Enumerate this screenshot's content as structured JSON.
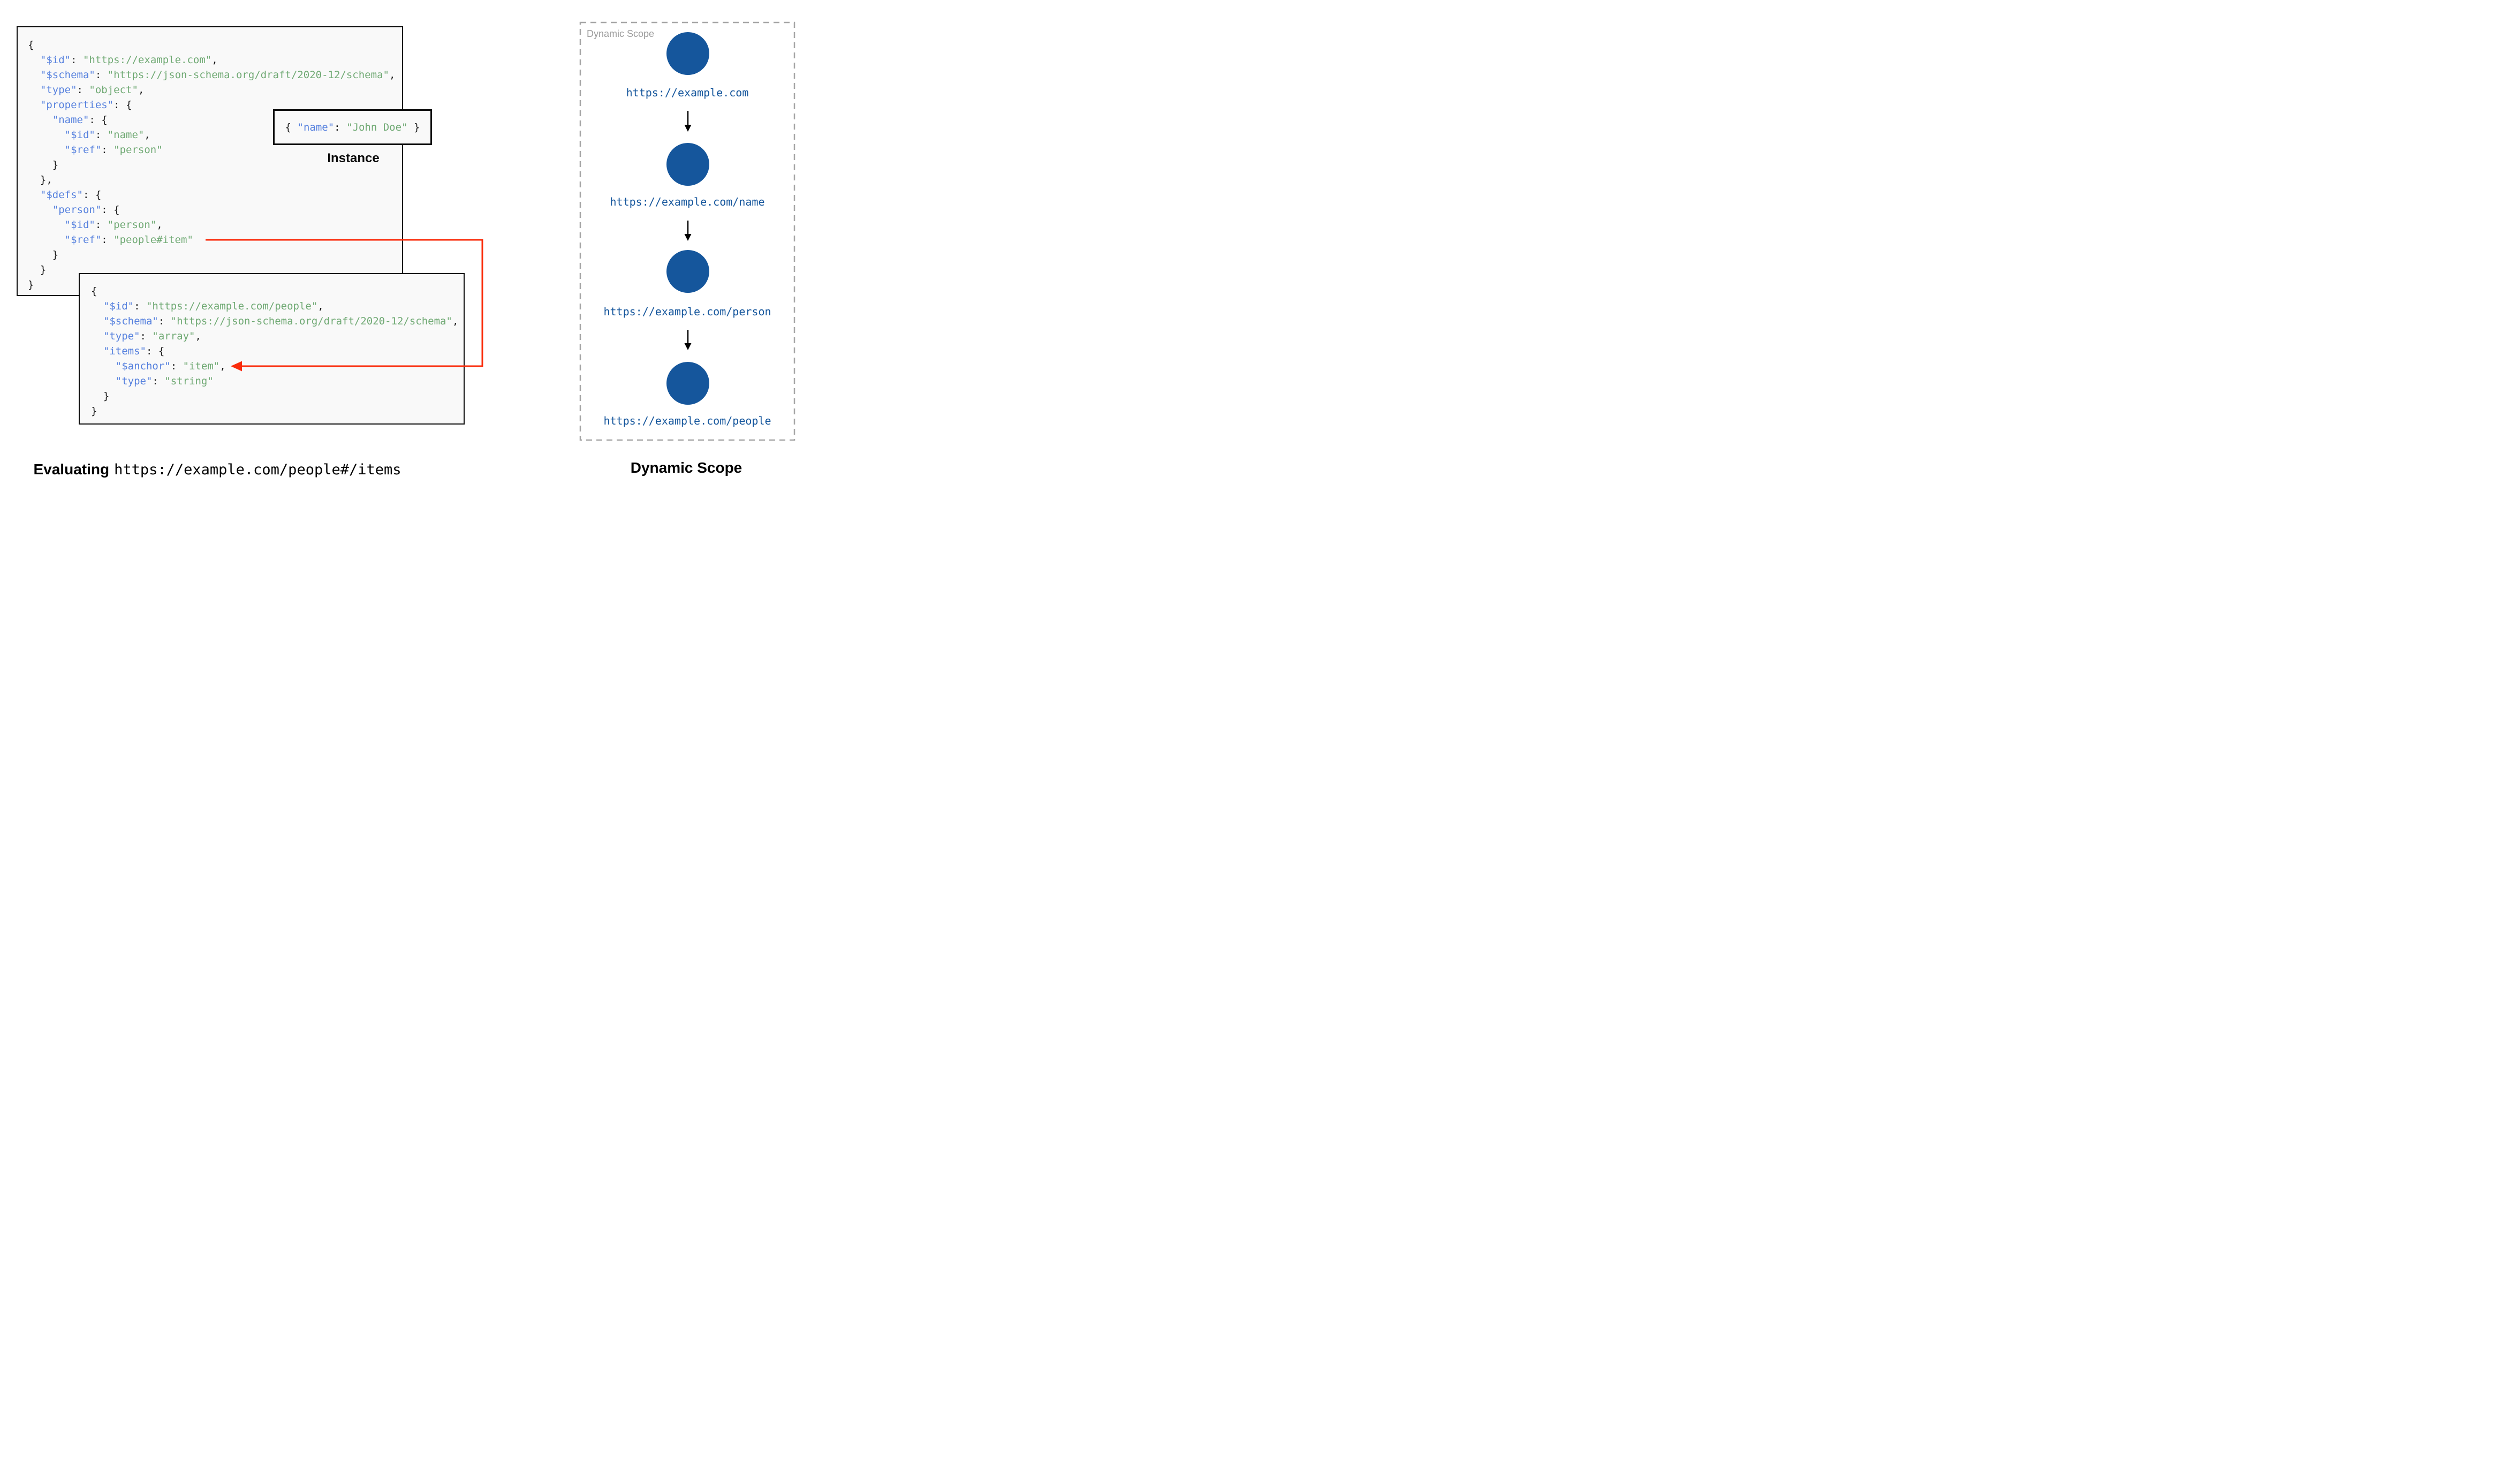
{
  "colors": {
    "key": "#5580de",
    "string": "#6fa973",
    "punct": "#1a1a1a",
    "node": "#15569c",
    "url": "#15569c",
    "red_arrow": "#fa2c0b",
    "border": "#0d0d0d",
    "block_bg": "#f9f9f9",
    "dashed_border": "#a6a6a6",
    "scope_label": "#9b9b9b"
  },
  "schema_main": {
    "lines": [
      [
        [
          "p",
          "{"
        ]
      ],
      [
        [
          "p",
          "  "
        ],
        [
          "k",
          "\"$id\""
        ],
        [
          "p",
          ": "
        ],
        [
          "s",
          "\"https://example.com\""
        ],
        [
          "p",
          ","
        ]
      ],
      [
        [
          "p",
          "  "
        ],
        [
          "k",
          "\"$schema\""
        ],
        [
          "p",
          ": "
        ],
        [
          "s",
          "\"https://json-schema.org/draft/2020-12/schema\""
        ],
        [
          "p",
          ","
        ]
      ],
      [
        [
          "p",
          "  "
        ],
        [
          "k",
          "\"type\""
        ],
        [
          "p",
          ": "
        ],
        [
          "s",
          "\"object\""
        ],
        [
          "p",
          ","
        ]
      ],
      [
        [
          "p",
          "  "
        ],
        [
          "k",
          "\"properties\""
        ],
        [
          "p",
          ": {"
        ]
      ],
      [
        [
          "p",
          "    "
        ],
        [
          "k",
          "\"name\""
        ],
        [
          "p",
          ": {"
        ]
      ],
      [
        [
          "p",
          "      "
        ],
        [
          "k",
          "\"$id\""
        ],
        [
          "p",
          ": "
        ],
        [
          "s",
          "\"name\""
        ],
        [
          "p",
          ","
        ]
      ],
      [
        [
          "p",
          "      "
        ],
        [
          "k",
          "\"$ref\""
        ],
        [
          "p",
          ": "
        ],
        [
          "s",
          "\"person\""
        ]
      ],
      [
        [
          "p",
          "    }"
        ]
      ],
      [
        [
          "p",
          "  },"
        ]
      ],
      [
        [
          "p",
          "  "
        ],
        [
          "k",
          "\"$defs\""
        ],
        [
          "p",
          ": {"
        ]
      ],
      [
        [
          "p",
          "    "
        ],
        [
          "k",
          "\"person\""
        ],
        [
          "p",
          ": {"
        ]
      ],
      [
        [
          "p",
          "      "
        ],
        [
          "k",
          "\"$id\""
        ],
        [
          "p",
          ": "
        ],
        [
          "s",
          "\"person\""
        ],
        [
          "p",
          ","
        ]
      ],
      [
        [
          "p",
          "      "
        ],
        [
          "k",
          "\"$ref\""
        ],
        [
          "p",
          ": "
        ],
        [
          "s",
          "\"people#item\""
        ]
      ],
      [
        [
          "p",
          "    }"
        ]
      ],
      [
        [
          "p",
          "  }"
        ]
      ],
      [
        [
          "p",
          "}"
        ]
      ]
    ]
  },
  "schema_people": {
    "lines": [
      [
        [
          "p",
          "{"
        ]
      ],
      [
        [
          "p",
          "  "
        ],
        [
          "k",
          "\"$id\""
        ],
        [
          "p",
          ": "
        ],
        [
          "s",
          "\"https://example.com/people\""
        ],
        [
          "p",
          ","
        ]
      ],
      [
        [
          "p",
          "  "
        ],
        [
          "k",
          "\"$schema\""
        ],
        [
          "p",
          ": "
        ],
        [
          "s",
          "\"https://json-schema.org/draft/2020-12/schema\""
        ],
        [
          "p",
          ","
        ]
      ],
      [
        [
          "p",
          "  "
        ],
        [
          "k",
          "\"type\""
        ],
        [
          "p",
          ": "
        ],
        [
          "s",
          "\"array\""
        ],
        [
          "p",
          ","
        ]
      ],
      [
        [
          "p",
          "  "
        ],
        [
          "k",
          "\"items\""
        ],
        [
          "p",
          ": {"
        ]
      ],
      [
        [
          "p",
          "    "
        ],
        [
          "k",
          "\"$anchor\""
        ],
        [
          "p",
          ": "
        ],
        [
          "s",
          "\"item\""
        ],
        [
          "p",
          ","
        ]
      ],
      [
        [
          "p",
          "    "
        ],
        [
          "k",
          "\"type\""
        ],
        [
          "p",
          ": "
        ],
        [
          "s",
          "\"string\""
        ]
      ],
      [
        [
          "p",
          "  }"
        ]
      ],
      [
        [
          "p",
          "}"
        ]
      ]
    ]
  },
  "instance": {
    "caption": "Instance",
    "lines": [
      [
        [
          "p",
          "{ "
        ],
        [
          "k",
          "\"name\""
        ],
        [
          "p",
          ": "
        ],
        [
          "s",
          "\"John Doe\""
        ],
        [
          "p",
          " }"
        ]
      ]
    ]
  },
  "dynamic_scope": {
    "watermark": "Dynamic Scope",
    "caption": "Dynamic Scope",
    "nodes": [
      {
        "url": "https://example.com"
      },
      {
        "url": "https://example.com/name"
      },
      {
        "url": "https://example.com/person"
      },
      {
        "url": "https://example.com/people"
      }
    ]
  },
  "evaluating": {
    "prefix": "Evaluating",
    "uri": "https://example.com/people#/items"
  }
}
